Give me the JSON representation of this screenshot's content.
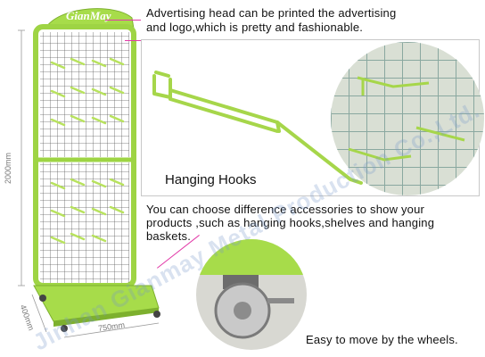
{
  "logo": {
    "text": "GianMay"
  },
  "captions": {
    "advertising_line1": "Advertising head can be printed the advertising",
    "advertising_line2": "and logo,which is pretty and fashionable.",
    "hooks_label": "Hanging Hooks",
    "accessories_line1": "You can choose difference accessories to show your",
    "accessories_line2": "products ,such as hanging hooks,shelves and hanging",
    "accessories_line3": "baskets.",
    "wheels": "Easy to move by the wheels."
  },
  "dimensions": {
    "height": "2000mm",
    "depth": "400mm",
    "width": "750mm"
  },
  "watermark": "Jinhan Gianmay Metal Production Co.,Ltd.",
  "colors": {
    "frame_green": "#9ed444",
    "accent_pink": "#e23aa8",
    "grid_dark": "#555555"
  },
  "icons": {
    "hook": "hanging-hook-icon",
    "wheel": "caster-wheel-icon"
  }
}
